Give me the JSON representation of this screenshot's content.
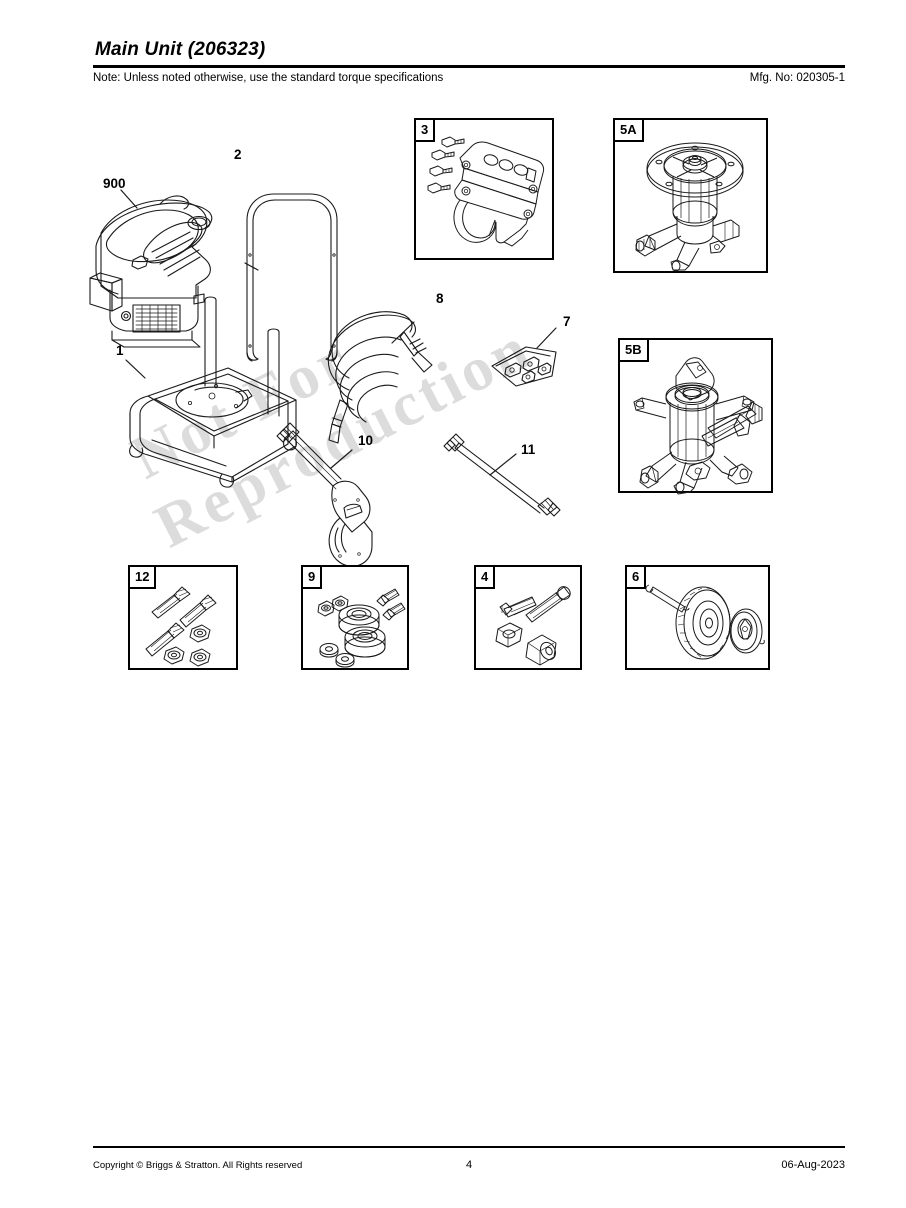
{
  "document": {
    "title": "Main Unit (206323)",
    "note": "Note: Unless noted otherwise, use the standard torque specifications",
    "mfg_no": "Mfg. No: 020305-1",
    "watermark_line1": "Not  For",
    "watermark_line2": "Reproduction"
  },
  "footer": {
    "copyright": "Copyright ©  Briggs & Stratton. All Rights reserved",
    "page_number": "4",
    "date": "06-Aug-2023"
  },
  "callout_labels": {
    "engine": "900",
    "handle": "2",
    "base_frame": "1",
    "hose": "8",
    "nozzle_kit": "7",
    "spray_gun": "10",
    "extension_wand": "11"
  },
  "detail_boxes": [
    {
      "tag": "3",
      "item": "handle-bracket-assembly"
    },
    {
      "tag": "5A",
      "item": "pump-assembly-top-view"
    },
    {
      "tag": "5B",
      "item": "pump-assembly-side-view"
    },
    {
      "tag": "12",
      "item": "bolt-and-nut-kit"
    },
    {
      "tag": "9",
      "item": "bearing-and-washer-kit"
    },
    {
      "tag": "4",
      "item": "bolt-and-fitting-kit"
    },
    {
      "tag": "6",
      "item": "wheel-axle-and-hubcap"
    }
  ],
  "colors": {
    "line": "#1a1a1a",
    "watermark": "#dcdcdc",
    "background": "#ffffff"
  }
}
